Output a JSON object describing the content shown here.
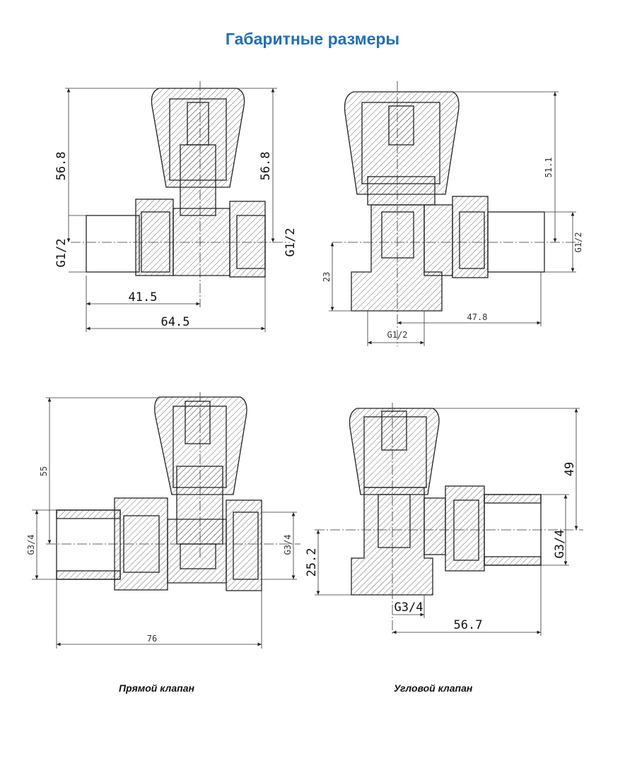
{
  "title": "Габаритные размеры",
  "captions": {
    "straight": "Прямой клапан",
    "angle": "Угловой клапан"
  },
  "drawings": {
    "straight_half": {
      "height_left": "56.8",
      "height_right": "56.8",
      "thread_left": "G1/2",
      "thread_right": "G1/2",
      "length_short": "41.5",
      "length_total": "64.5"
    },
    "angle_half": {
      "height": "51.1",
      "thread_side": "G1/2",
      "bottom_height": "23",
      "length": "47.8",
      "thread_bottom": "G1/2"
    },
    "straight_three_quarter": {
      "height": "55",
      "thread_left": "G3/4",
      "thread_right": "G3/4",
      "length_total": "76"
    },
    "angle_three_quarter": {
      "height": "49",
      "thread_side": "G3/4",
      "bottom_height": "25.2",
      "thread_bottom": "G3/4",
      "length": "56.7"
    }
  },
  "colors": {
    "title": "#1f6fc0"
  }
}
